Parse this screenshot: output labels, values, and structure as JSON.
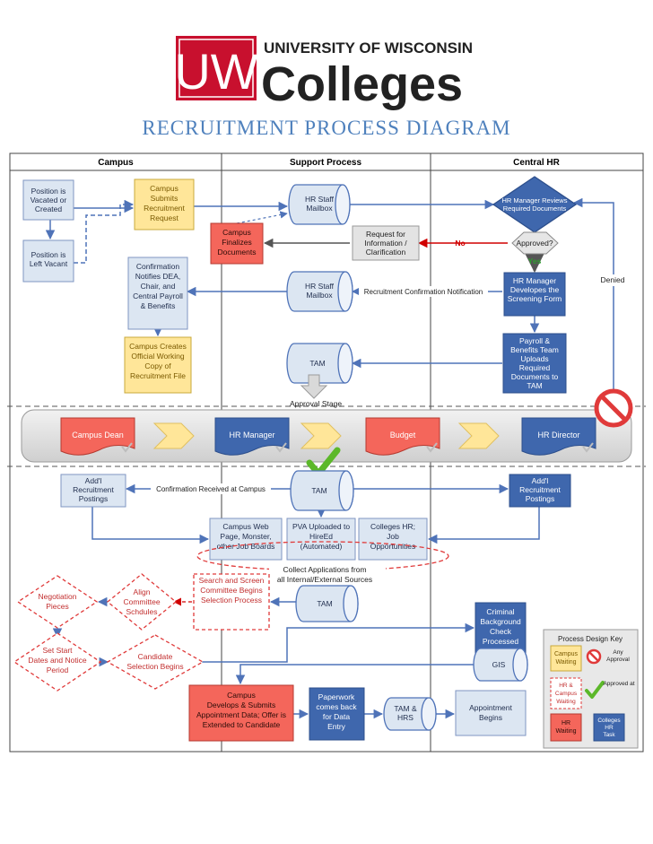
{
  "header": {
    "logo_letters": "UW",
    "university": "UNIVERSITY OF WISCONSIN",
    "colleges": "Colleges",
    "title": "RECRUITMENT PROCESS DIAGRAM"
  },
  "lanes": [
    "Campus",
    "Support Process",
    "Central HR"
  ],
  "boxes": {
    "vacated": "Position is|Vacated or|Created",
    "left_vacant": "Position is|Left Vacant",
    "campus_submits": "Campus|Submits|Recruitment|Request",
    "hr_mailbox_1": "HR Staff|Mailbox",
    "hr_manager_reviews": "HR Manager Reviews|Required Documents",
    "campus_finalizes": "Campus|Finalizes|Documents",
    "request_info": "Request for|Information /|Clarification",
    "approved": "Approved?",
    "no_label": "No",
    "yes_label": "Yes",
    "denied_label": "Denied",
    "hr_manager_screening": "HR Manager|Developes the|Screening Form",
    "confirmation_notifies": "Confirmation|Notifies DEA,|Chair, and|Central Payroll|& Benefits",
    "hr_mailbox_2": "HR Staff|Mailbox",
    "recruitment_confirmation": "Recruitment Confirmation Notification",
    "campus_creates": "Campus Creates|Official Working|Copy of|Recruitment File",
    "payroll_uploads": "Payroll &|Benefits Team|Uploads|Required|Documents to|TAM",
    "tam_1": "TAM",
    "approval_stage": "Approval Stage",
    "campus_dean": "Campus Dean",
    "hr_manager": "HR Manager",
    "budget": "Budget",
    "hr_director": "HR Director",
    "tam_2": "TAM",
    "addl_left": "Add'l|Recruitment|Postings",
    "confirmation_received": "Confirmation Received at Campus",
    "addl_right": "Add'l|Recruitment|Postings",
    "campus_web": "Campus Web|Page, Monster,|other Job Boards",
    "pva_uploaded": "PVA Uploaded to|HireEd|(Automated)",
    "colleges_hr": "Colleges HR;|Job|Opportunities",
    "collect_applications": "Collect Applications from|all Internal/External Sources",
    "search_screen": "Search and Screen|Committee Begins|Selection Process",
    "tam_3": "TAM",
    "negotiation": "Negotiation|Pieces",
    "align": "Align|Committee|Schdules",
    "criminal": "Criminal|Background|Check|Processed",
    "set_start": "Set Start|Dates and Notice|Period",
    "candidate": "Candidate|Selection Begins",
    "gis": "GIS",
    "campus_develops": "Campus|Develops & Submits|Appointment Data; Offer is|Extended to Candidate",
    "paperwork": "Paperwork|comes back|for Data|Entry",
    "tam_hrs": "TAM &|HRS",
    "appointment": "Appointment|Begins"
  },
  "key": {
    "title": "Process Design Key",
    "campus_waiting": "Campus|Waiting",
    "any_approval": "Any|Approval",
    "hr_campus_waiting": "HR &|Campus|Waiting",
    "approved_at": "Approved at",
    "hr_waiting": "HR|Waiting",
    "colleges_hr_task": "Colleges|HR|Task"
  },
  "colors": {
    "campus_task": "#dce6f2",
    "campus_waiting": "#ffe699",
    "hr_task": "#3f67ad",
    "hr_waiting": "#f4665b",
    "dashed_red": "#e03a3a",
    "arrow_blue": "#4f73b8",
    "brand_red": "#c8102e",
    "title_blue": "#4f81bd"
  }
}
